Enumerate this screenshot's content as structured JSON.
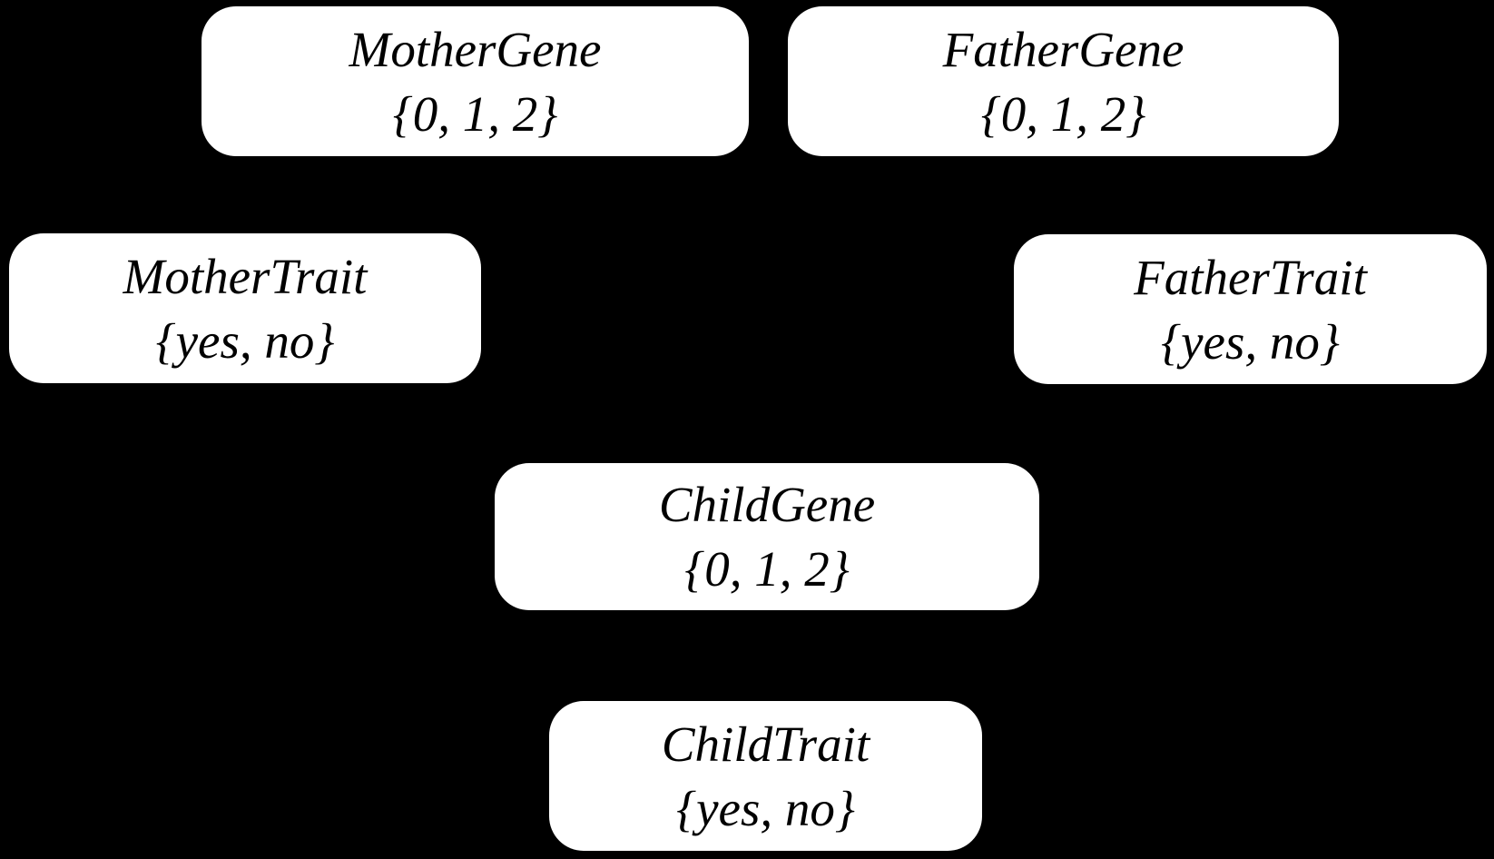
{
  "diagram": {
    "background_color": "#000000",
    "node_fill_color": "#ffffff",
    "node_text_color": "#000000",
    "nodes": [
      {
        "id": "mother-gene",
        "label": "MotherGene",
        "values": "{0, 1, 2}"
      },
      {
        "id": "father-gene",
        "label": "FatherGene",
        "values": "{0, 1, 2}"
      },
      {
        "id": "mother-trait",
        "label": "MotherTrait",
        "values": "{yes, no}"
      },
      {
        "id": "father-trait",
        "label": "FatherTrait",
        "values": "{yes, no}"
      },
      {
        "id": "child-gene",
        "label": "ChildGene",
        "values": "{0, 1, 2}"
      },
      {
        "id": "child-trait",
        "label": "ChildTrait",
        "values": "{yes, no}"
      }
    ]
  }
}
